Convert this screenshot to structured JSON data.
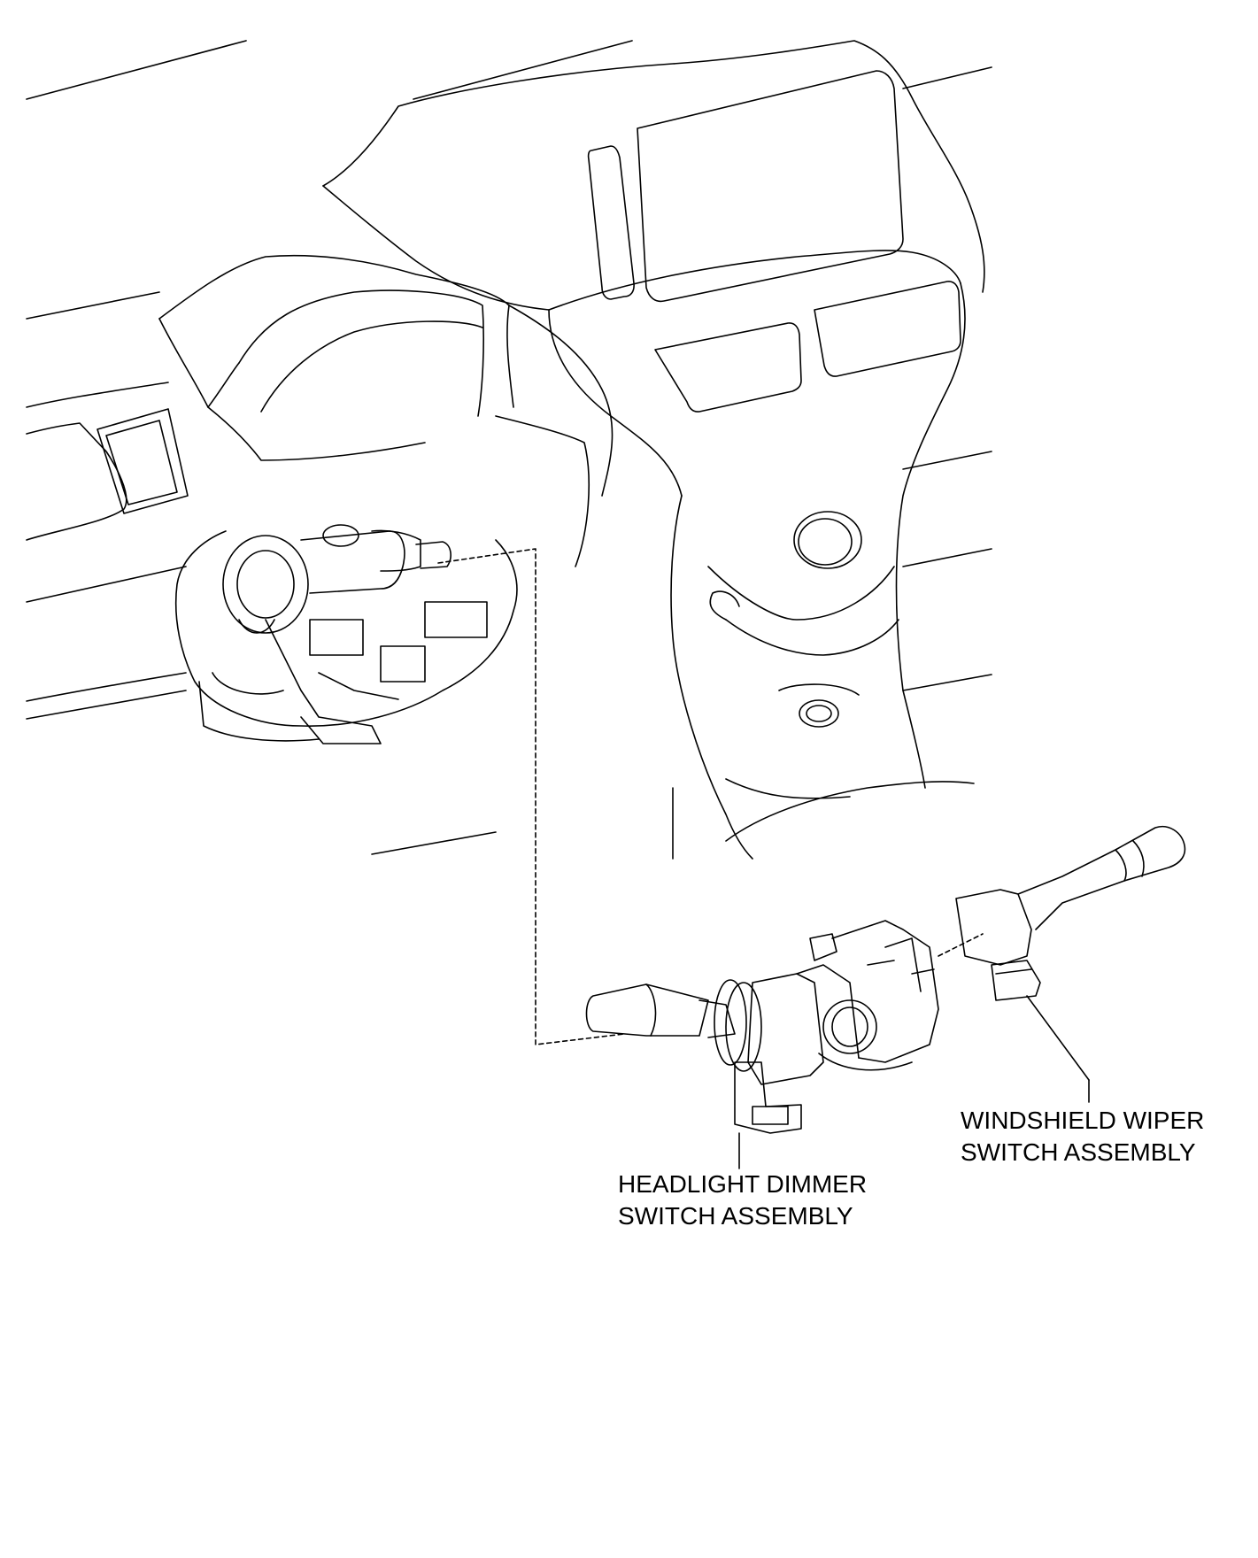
{
  "diagram": {
    "labels": {
      "headlight_dimmer": {
        "line1": "HEADLIGHT DIMMER",
        "line2": "SWITCH ASSEMBLY"
      },
      "windshield_wiper": {
        "line1": "WINDSHIELD WIPER",
        "line2": "SWITCH ASSEMBLY"
      }
    },
    "colors": {
      "line": "#000000",
      "background": "#ffffff"
    }
  }
}
